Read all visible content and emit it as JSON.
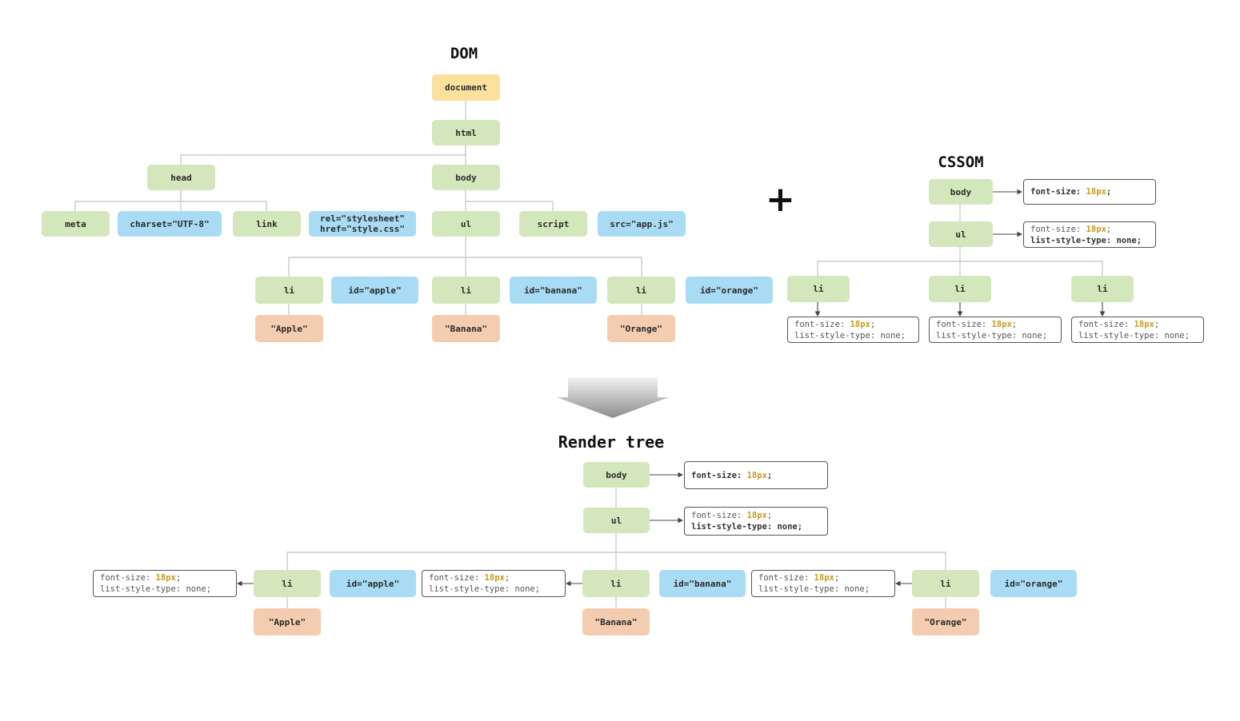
{
  "titles": {
    "dom": "DOM",
    "cssom": "CSSOM",
    "render": "Render tree"
  },
  "plus": "+",
  "dom": {
    "document": "document",
    "html": "html",
    "head": "head",
    "body": "body",
    "meta": "meta",
    "meta_attr": "charset=\"UTF-8\"",
    "link": "link",
    "link_attr_1": "rel=\"stylesheet\"",
    "link_attr_2": "href=\"style.css\"",
    "ul": "ul",
    "script": "script",
    "script_attr": "src=\"app.js\"",
    "li": "li",
    "id_apple": "id=\"apple\"",
    "id_banana": "id=\"banana\"",
    "id_orange": "id=\"orange\"",
    "text_apple": "\"Apple\"",
    "text_banana": "\"Banana\"",
    "text_orange": "\"Orange\""
  },
  "css": {
    "font_size_key": "font-size: ",
    "font_size_val": "18px",
    "semicolon": ";",
    "list_style": "list-style-type: none;"
  },
  "colors": {
    "element": "#d4e6bc",
    "document": "#fbe19c",
    "attribute": "#a9dcf4",
    "text": "#f4cdb0",
    "value": "#c99a1e"
  }
}
